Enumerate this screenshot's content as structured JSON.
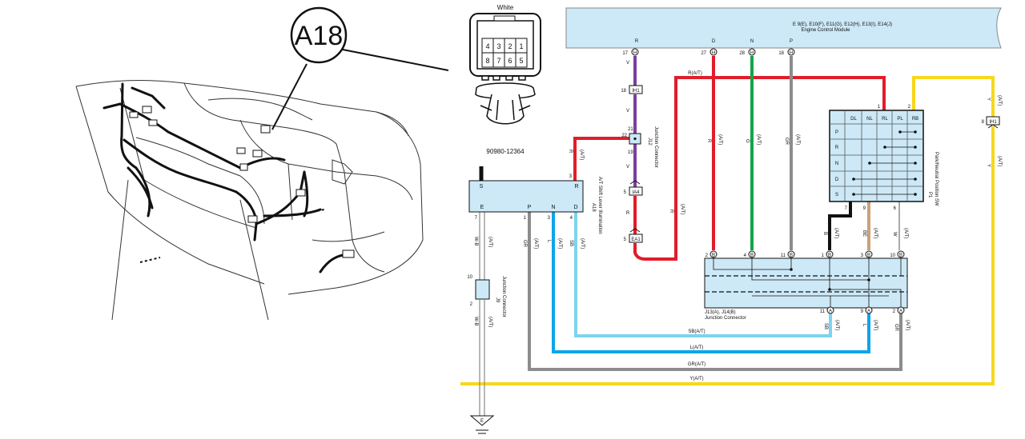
{
  "location": {
    "callout": "A18"
  },
  "connector": {
    "color_label": "White",
    "part_number": "90980-12364",
    "pins_top": [
      "4",
      "3",
      "2",
      "1"
    ],
    "pins_bottom": [
      "8",
      "7",
      "6",
      "5"
    ]
  },
  "ecm": {
    "title": "E 9(E), E10(F), E11(G), E12(H), E13(I), E14(J)",
    "subtitle": "Engine Control Module",
    "pins": [
      {
        "num": "17",
        "conn": "H",
        "label": "R"
      },
      {
        "num": "27",
        "conn": "H",
        "label": "D"
      },
      {
        "num": "28",
        "conn": "H",
        "label": "N"
      },
      {
        "num": "18",
        "conn": "H",
        "label": "P"
      }
    ]
  },
  "shift_lever": {
    "id": "A18",
    "name": "A/T Shift Lever Illumination",
    "terms_top": [
      "S",
      "R"
    ],
    "terms_bottom": [
      "E",
      "P",
      "N",
      "D"
    ],
    "pin_S": "",
    "pin_R": "3",
    "pin_E": "7",
    "pin_P": "1",
    "pin_N": "3",
    "pin_D": "4"
  },
  "j12": {
    "id": "J12",
    "name": "Junction Connector",
    "pin_a": "21",
    "pin_b": "22",
    "pin_c": "19"
  },
  "j9": {
    "id": "J9",
    "name": "Junction Connector",
    "pin_top": "10",
    "pin_bottom": "2"
  },
  "j13": {
    "id": "J13(A), J14(B)",
    "name": "Junction Connector",
    "top_pins": [
      {
        "num": "2",
        "conn": "B"
      },
      {
        "num": "4",
        "conn": "B"
      },
      {
        "num": "11",
        "conn": "B"
      },
      {
        "num": "1",
        "conn": "B"
      },
      {
        "num": "3",
        "conn": "B"
      },
      {
        "num": "10",
        "conn": "B"
      }
    ],
    "bottom_pins": [
      {
        "num": "11",
        "conn": "A"
      },
      {
        "num": "9",
        "conn": "A"
      },
      {
        "num": "2",
        "conn": "A"
      }
    ]
  },
  "pnp_switch": {
    "id": "P1",
    "name": "Park/Neutral Position SW",
    "cols": [
      "DL",
      "NL",
      "RL",
      "PL",
      "RB"
    ],
    "rows": [
      "P",
      "R",
      "N",
      "D",
      "S"
    ],
    "pin_top_1": "1",
    "pin_top_2": "2",
    "pin_b_7": "7",
    "pin_b_9": "9",
    "pin_b_6": "6"
  },
  "inline_connectors": {
    "ih1_top": {
      "id": "IH1",
      "pin": "18"
    },
    "ih1_right": {
      "id": "IH1",
      "pin": "8"
    },
    "ia4": {
      "id": "IA4",
      "pin": "5"
    },
    "ea1": {
      "id": "EA1",
      "pin": "5"
    }
  },
  "wire_labels": {
    "v": "V",
    "r": "R",
    "g": "G",
    "gr": "GR",
    "y": "Y",
    "l": "L",
    "sb": "SB",
    "wb": "W-B",
    "b": "B",
    "be": "BE",
    "w": "W",
    "at": "(A/T)",
    "r_at": "R(A/T)",
    "sb_at": "SB(A/T)",
    "l_at": "L(A/T)",
    "gr_at": "GR(A/T)",
    "y_at": "Y(A/T)"
  },
  "ground": {
    "label": "E"
  },
  "colors": {
    "red": "#e11d2a",
    "green": "#16a34a",
    "gray": "#8c8c8c",
    "purple": "#7b3fa0",
    "yellow": "#f8d71c",
    "blue": "#0ea5e9",
    "lightblue": "#7dd3f0",
    "tan": "#c8a27a",
    "module": "#cde9f7"
  }
}
